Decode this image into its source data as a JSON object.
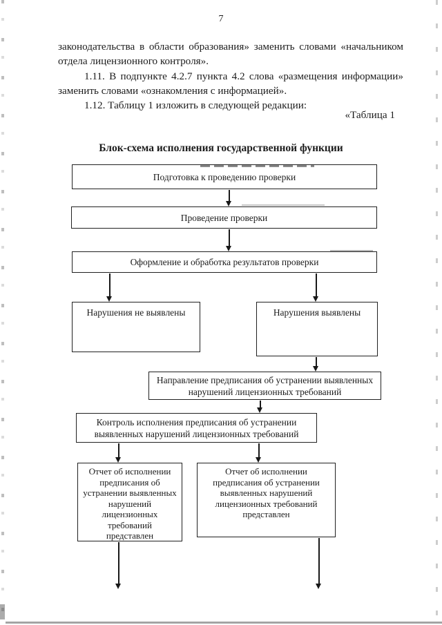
{
  "page": {
    "number": "7",
    "paragraphs": [
      "законодательства в области образования» заменить словами «начальником отдела лицензионного контроля».",
      "1.11. В подпункте 4.2.7 пункта 4.2 слова «размещения информации» заменить словами «ознакомления с информацией».",
      "1.12. Таблицу 1 изложить в следующей редакции:"
    ],
    "table_caption": "«Таблица 1"
  },
  "flowchart": {
    "title": "Блок-схема исполнения государственной функции",
    "nodes": {
      "prepare": "Подготовка к проведению проверки",
      "conduct": "Проведение проверки",
      "results": "Оформление и обработка результатов проверки",
      "no_violations": "Нарушения не выявлены",
      "violations": "Нарушения выявлены",
      "directive": "Направление предписания об устранении выявленных\nнарушений лицензионных требований",
      "control": "Контроль исполнения предписания об устранении\nвыявленных нарушений лицензионных требований",
      "report_left": "Отчет об исполнении\nпредписания об\nустранении выявленных\nнарушений\nлицензионных\nтребований\nпредставлен",
      "report_right": "Отчет об исполнении\nпредписания об устранении\nвыявленных нарушений\nлицензионных требований\nпредставлен"
    }
  },
  "colors": {
    "ink": "#1c1c1c",
    "paper": "#ffffff",
    "scan_edge": "#8d8d8d"
  }
}
